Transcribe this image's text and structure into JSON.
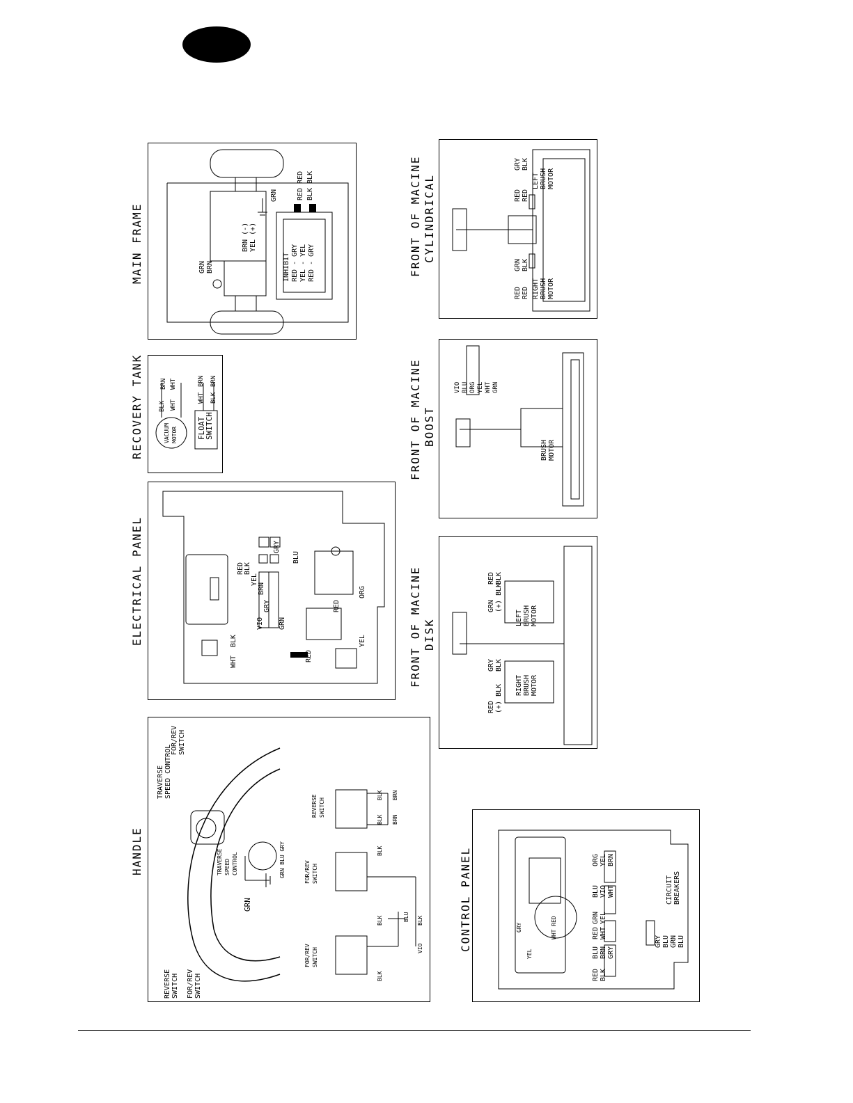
{
  "titles": {
    "main_frame": "MAIN FRAME",
    "recovery_tank": "RECOVERY TANK",
    "electrical_panel": "ELECTRICAL PANEL",
    "handle": "HANDLE",
    "front_cylindrical_1": "FRONT OF MACINE",
    "front_cylindrical_2": "CYLINDRICAL",
    "front_boost_1": "FRONT OF MACINE",
    "front_boost_2": "BOOST",
    "front_disk_1": "FRONT OF MACINE",
    "front_disk_2": "DISK",
    "control_panel": "CONTROL PANEL"
  },
  "main_frame": {
    "grn": "GRN",
    "brn": "BRN",
    "grn_brn": "GRN\nBRN",
    "brn_yel": "BRN (-)\nYEL (+)",
    "red_red": "RED RED",
    "blk_blk": "BLK BLK",
    "inhibit": "INHIBIT",
    "red_gry": "RED - GRY",
    "yel_yel": "YEL - YEL",
    "red_gry2": "RED - GRY"
  },
  "recovery_tank": {
    "vacuum_motor": "VACUUM\nMOTOR",
    "float_switch": "FLOAT\nSWITCH",
    "blk": "BLK",
    "brn": "BRN",
    "wht": "WHT",
    "wht2": "WHT",
    "brn2": "BRN",
    "blk2": "BLK",
    "brn3": "BRN"
  },
  "electrical_panel": {
    "gry": "GRY",
    "red": "RED",
    "blk": "BLK",
    "yel": "YEL",
    "brn": "BRN",
    "blu": "BLU",
    "grn": "GRN",
    "vio": "VIO",
    "gry2": "GRY",
    "red2": "RED",
    "wht": "WHT",
    "blk2": "BLK",
    "org": "ORG",
    "red3": "RED",
    "yel2": "YEL"
  },
  "front_cylindrical": {
    "left_brush_motor": "LEFT\nBRUSH\nMOTOR",
    "right_brush_motor": "RIGHT\nBRUSH\nMOTOR",
    "gry_blk": "GRY\nBLK",
    "red_red": "RED\nRED",
    "grn_blk": "GRN\nBLK",
    "red_red2": "RED\nRED"
  },
  "front_boost": {
    "brush_motor": "BRUSH\nMOTOR",
    "labels": "VIO\nBLU\nORG\nYEL\nWHT\nGRN"
  },
  "front_disk": {
    "left_brush_motor": "LEFT\nBRUSH\nMOTOR",
    "right_brush_motor": "RIGHT\nBRUSH\nMOTOR",
    "red_blk": "RED\nBLK",
    "grn_blk": "GRN\n(+) BLK",
    "gry_blk": "GRY\nBLK",
    "red_blk2": "RED\n(+) BLK"
  },
  "handle": {
    "traverse_speed_control": "TRAVERSE\nSPEED CONTROL",
    "for_rev_switch": "FOR/REV\nSWITCH",
    "traverse_speed_control_2": "TRAVERSE\nSPEED\nCONTROL",
    "reverse_switch": "REVERSE\nSWITCH",
    "reverse_switch_2": "REVERSE\nSWITCH",
    "for_rev_switch_2": "FOR/REV\nSWITCH",
    "for_rev_switch_3": "FOR/REV\nSWITCH",
    "for_rev_switch_4": "FOR/REV\nSWITCH",
    "grn": "GRN",
    "grn_blu_gry": "GRN BLU GRY",
    "blk": "BLK",
    "brn": "BRN",
    "blu": "BLU",
    "vio": "VIO"
  },
  "control_panel": {
    "circuit_breakers": "CIRCUIT\nBREAKERS",
    "gry": "GRY",
    "yel": "YEL",
    "wht_red": "WHT RED",
    "red_blk": "RED\nBLK",
    "grn_yel": "GRN\nYEL",
    "blu_vio_wht": "BLU\nVIO\nWHT",
    "org_yel_brn": "ORG\nYEL\nBRN",
    "red_wht": "RED\nWHT",
    "blu_brn_gry": "BLU\nBRN\nGRY",
    "gry_blu_grn_blu": "GRY\nBLU\nGRN\nBLU",
    "red2": "RED"
  }
}
